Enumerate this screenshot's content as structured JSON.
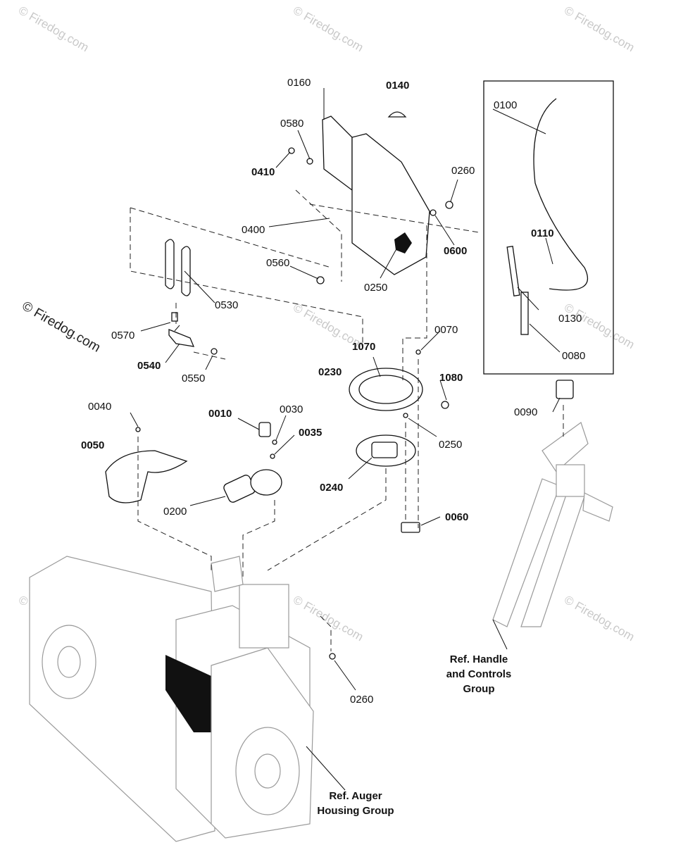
{
  "watermark": "© Firedog.com",
  "parts": [
    {
      "num": "0010",
      "bold": true
    },
    {
      "num": "0030",
      "bold": false
    },
    {
      "num": "0035",
      "bold": true
    },
    {
      "num": "0040",
      "bold": false
    },
    {
      "num": "0050",
      "bold": true
    },
    {
      "num": "0060",
      "bold": true
    },
    {
      "num": "0070",
      "bold": false
    },
    {
      "num": "0080",
      "bold": false
    },
    {
      "num": "0090",
      "bold": false
    },
    {
      "num": "0100",
      "bold": false
    },
    {
      "num": "0110",
      "bold": true
    },
    {
      "num": "0130",
      "bold": false
    },
    {
      "num": "0140",
      "bold": true
    },
    {
      "num": "0160",
      "bold": false
    },
    {
      "num": "0200",
      "bold": false
    },
    {
      "num": "0230",
      "bold": true
    },
    {
      "num": "0240",
      "bold": true
    },
    {
      "num": "0250",
      "bold": false
    },
    {
      "num": "0250",
      "bold": false
    },
    {
      "num": "0260",
      "bold": false
    },
    {
      "num": "0260",
      "bold": false
    },
    {
      "num": "0400",
      "bold": false
    },
    {
      "num": "0410",
      "bold": true
    },
    {
      "num": "0530",
      "bold": false
    },
    {
      "num": "0540",
      "bold": true
    },
    {
      "num": "0550",
      "bold": false
    },
    {
      "num": "0560",
      "bold": false
    },
    {
      "num": "0570",
      "bold": false
    },
    {
      "num": "0580",
      "bold": false
    },
    {
      "num": "0600",
      "bold": true
    },
    {
      "num": "1070",
      "bold": true
    },
    {
      "num": "1080",
      "bold": true
    }
  ],
  "references": {
    "handle": [
      "Ref. Handle",
      "and Controls",
      "Group"
    ],
    "auger": [
      "Ref. Auger",
      "Housing Group"
    ]
  }
}
